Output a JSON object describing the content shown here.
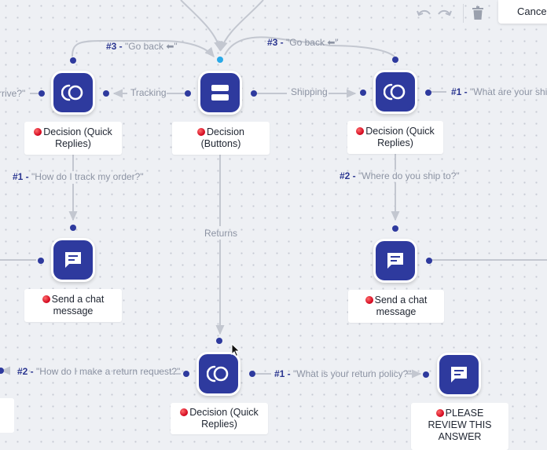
{
  "toolbar": {
    "undo_icon": "undo-icon",
    "redo_icon": "redo-icon",
    "delete_icon": "trash-icon",
    "cancel_label": "Cancel"
  },
  "colors": {
    "node": "#2e3a9e",
    "edge": "#c3c7d0",
    "active_port": "#29a9e8",
    "status_dot": "#d0021b"
  },
  "nodes": {
    "decision_left": {
      "label": "Decision (Quick Replies)",
      "icon": "quick-replies-icon"
    },
    "decision_buttons": {
      "label": "Decision (Buttons)",
      "icon": "buttons-icon"
    },
    "decision_right": {
      "label": "Decision (Quick Replies)",
      "icon": "quick-replies-icon"
    },
    "chat_left": {
      "label": "Send a chat message",
      "icon": "chat-icon"
    },
    "chat_right": {
      "label": "Send a chat message",
      "icon": "chat-icon"
    },
    "decision_bottom": {
      "label": "Decision (Quick Replies)",
      "icon": "quick-replies-icon"
    },
    "review": {
      "label": "PLEASE REVIEW THIS ANSWER",
      "icon": "chat-icon"
    }
  },
  "edges": {
    "goback_left_num": "#3 -",
    "goback_left_text": "\"Go back ⬅\"",
    "goback_right_num": "#3 -",
    "goback_right_text": "\"Go back ⬅\"",
    "arrive_text": "rrive?\"",
    "tracking": "Tracking",
    "shipping": "Shipping",
    "ship_q_num": "#1 -",
    "ship_q_text": "\"What are your ship",
    "track_q_num": "#1 -",
    "track_q_text": "\"How do I track my order?\"",
    "where_q_num": "#2 -",
    "where_q_text": "\"Where do you ship to?\"",
    "returns": "Returns",
    "return_req_num": "#2 -",
    "return_req_text": "\"How do I make a return request?\"",
    "return_policy_num": "#1 -",
    "return_policy_text": "\"What is your return policy?\""
  }
}
